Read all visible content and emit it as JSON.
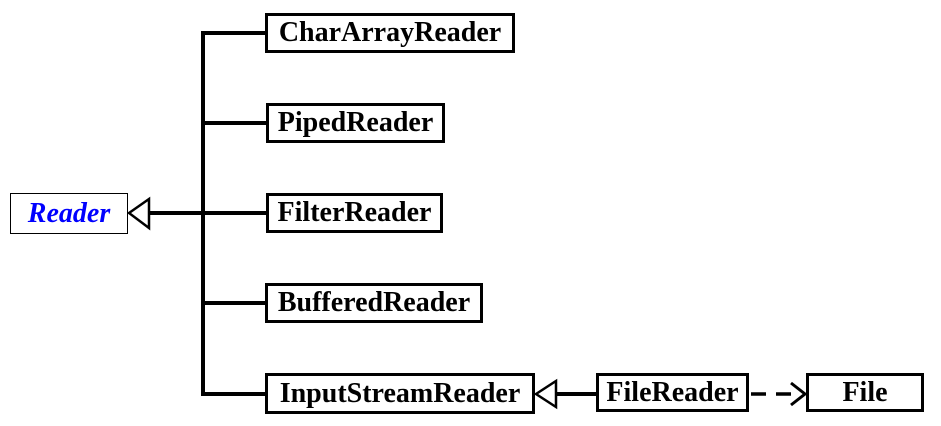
{
  "diagram": {
    "type": "uml-class-hierarchy",
    "background": "#ffffff",
    "line_color": "#000000",
    "root": {
      "label": "Reader",
      "text_color": "#0000ff",
      "text_style": "bold-italic"
    },
    "subclasses": [
      {
        "label": "CharArrayReader"
      },
      {
        "label": "PipedReader"
      },
      {
        "label": "FilterReader"
      },
      {
        "label": "BufferedReader"
      },
      {
        "label": "InputStreamReader"
      }
    ],
    "file_reader": {
      "label": "FileReader"
    },
    "file": {
      "label": "File"
    },
    "edges": [
      {
        "from": "CharArrayReader",
        "to": "Reader",
        "line": "solid",
        "arrow": "hollow-triangle"
      },
      {
        "from": "PipedReader",
        "to": "Reader",
        "line": "solid",
        "arrow": "hollow-triangle"
      },
      {
        "from": "FilterReader",
        "to": "Reader",
        "line": "solid",
        "arrow": "hollow-triangle"
      },
      {
        "from": "BufferedReader",
        "to": "Reader",
        "line": "solid",
        "arrow": "hollow-triangle"
      },
      {
        "from": "InputStreamReader",
        "to": "Reader",
        "line": "solid",
        "arrow": "hollow-triangle"
      },
      {
        "from": "FileReader",
        "to": "InputStreamReader",
        "line": "solid",
        "arrow": "hollow-triangle"
      },
      {
        "from": "FileReader",
        "to": "File",
        "line": "dashed",
        "arrow": "open-arrow"
      }
    ]
  }
}
